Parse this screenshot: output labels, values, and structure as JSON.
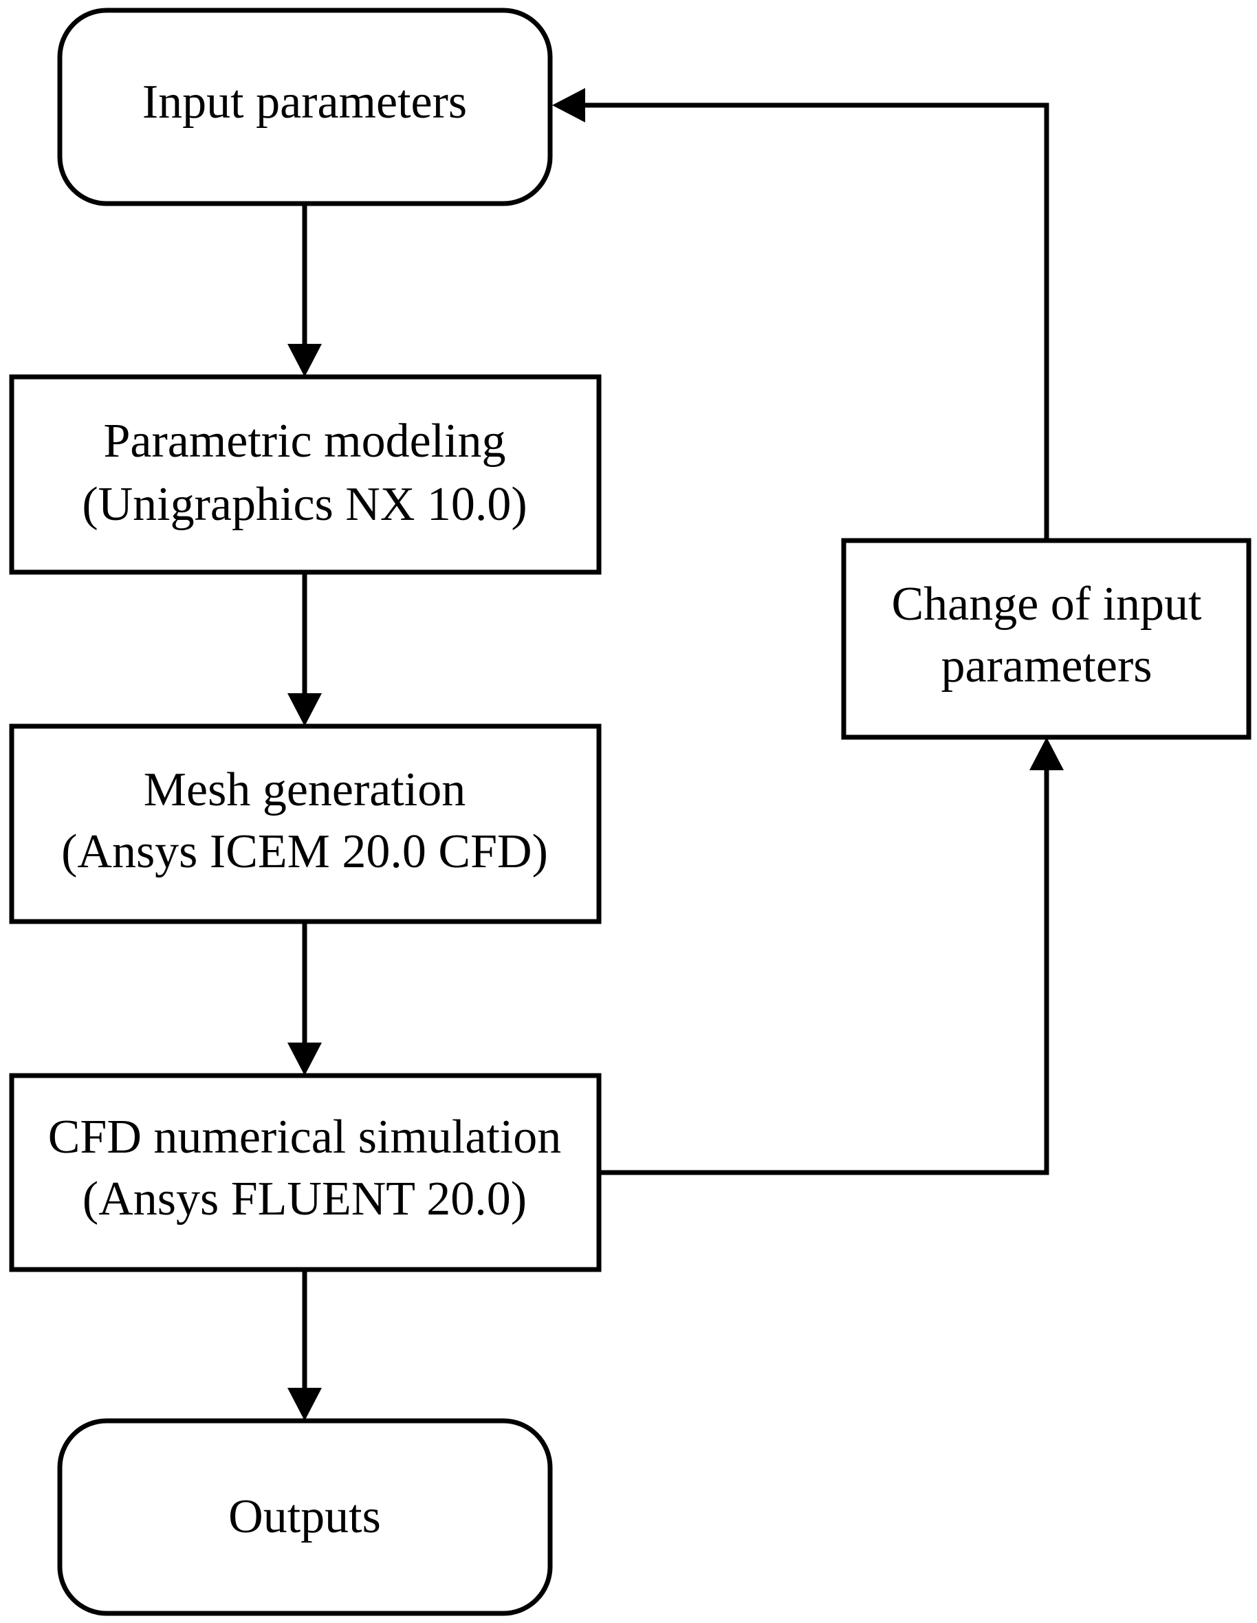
{
  "diagram": {
    "colors": {
      "stroke": "#000000",
      "fill": "#ffffff",
      "text": "#000000"
    },
    "nodes": {
      "input": {
        "shape": "rounded-rectangle",
        "line1": "Input parameters"
      },
      "modeling": {
        "shape": "rectangle",
        "line1": "Parametric modeling",
        "line2": "(Unigraphics NX 10.0)"
      },
      "mesh": {
        "shape": "rectangle",
        "line1": "Mesh generation",
        "line2": "(Ansys ICEM 20.0 CFD)"
      },
      "cfd": {
        "shape": "rectangle",
        "line1": "CFD numerical simulation",
        "line2": "(Ansys FLUENT 20.0)"
      },
      "outputs": {
        "shape": "rounded-rectangle",
        "line1": "Outputs"
      },
      "change": {
        "shape": "rectangle",
        "line1": "Change of input",
        "line2": "parameters"
      }
    },
    "edges": [
      {
        "from": "input",
        "to": "modeling"
      },
      {
        "from": "modeling",
        "to": "mesh"
      },
      {
        "from": "mesh",
        "to": "cfd"
      },
      {
        "from": "cfd",
        "to": "outputs"
      },
      {
        "from": "cfd",
        "to": "change"
      },
      {
        "from": "change",
        "to": "input"
      }
    ]
  }
}
